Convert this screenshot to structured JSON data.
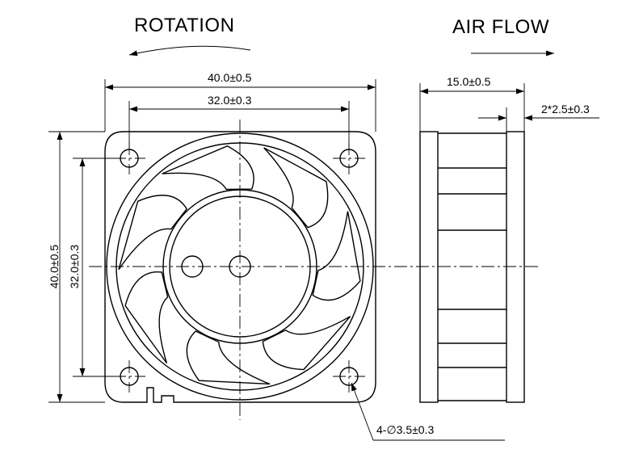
{
  "titles": {
    "rotation": "ROTATION",
    "air_flow": "AIR FLOW"
  },
  "dimensions": {
    "overall_width": "40.0±0.5",
    "hole_spacing_width": "32.0±0.3",
    "overall_height": "40.0±0.5",
    "hole_spacing_height": "32.0±0.3",
    "depth": "15.0±0.5",
    "flange_thickness": "2*2.5±0.3",
    "mounting_holes": "4-∅3.5±0.3"
  },
  "colors": {
    "line": "#000000",
    "background": "#ffffff"
  }
}
